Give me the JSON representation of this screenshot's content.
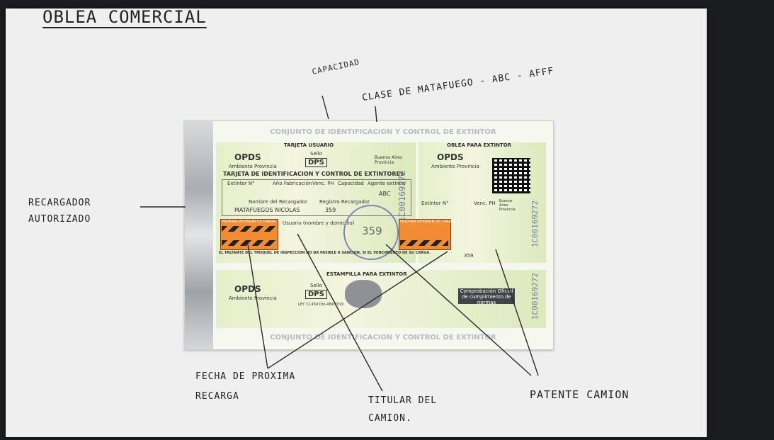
{
  "handwritten": {
    "title": "OBLEA COMERCIAL",
    "capacidad": "CAPACIDAD",
    "clase": "CLASE DE MATAFUEGO - ABC - AFFF",
    "recargador": [
      "RECARGADOR",
      "AUTORIZADO"
    ],
    "fecha": [
      "FECHA DE PROXIMA",
      "RECARGA"
    ],
    "titular": [
      "TITULAR DEL",
      "CAMION."
    ],
    "patente": "PATENTE CAMION"
  },
  "card": {
    "top_band": "CONJUNTO DE IDENTIFICACION Y CONTROL DE EXTINTOR",
    "bottom_band": "CONJUNTO DE IDENTIFICACION Y CONTROL DE EXTINTOR",
    "tarjeta_usuario": "TARJETA USUARIO",
    "oblea_extintor": "OBLEA PARA EXTINTOR",
    "opds": "OPDS",
    "ambiente": "Ambiente Provincia",
    "sello": "Sello",
    "dps": "DPS",
    "ba": "Buenos Aires Provincia",
    "tarjeta_title": "TARJETA DE IDENTIFICACION Y CONTROL DE EXTINTORES",
    "cols": [
      "Extintor N°",
      "Año Fabricación",
      "Venc. PH",
      "Capacidad",
      "Agente extintor"
    ],
    "agente": "ABC",
    "cols2": [
      "Nombre del Recargador",
      "Registro Recargador"
    ],
    "recargador_name": "MATAFUEGOS NICOLAS",
    "registro": "359",
    "proxima": "PROXIMA REVISION DE CARGA",
    "usuario": "Usuario (nombre y domicilio)",
    "stamp_number": "359",
    "serial": "1C00169272",
    "warning": "EL FALTANTE DEL TROQUEL DE INSPECCION NO DA PASIBLE A SANCION, SI EL VENCIMIENTO DE SU CARGA.",
    "estampilla": "ESTAMPILLA PARA EXTINTOR",
    "ley": "LEY 11.459 Dto.489/2019",
    "comprobacion": "Comprobación Oficial de cumplimiento de normas",
    "extintor_no": "Extintor N°",
    "venc_ph": "Venc. PH",
    "reg_small": "359"
  }
}
